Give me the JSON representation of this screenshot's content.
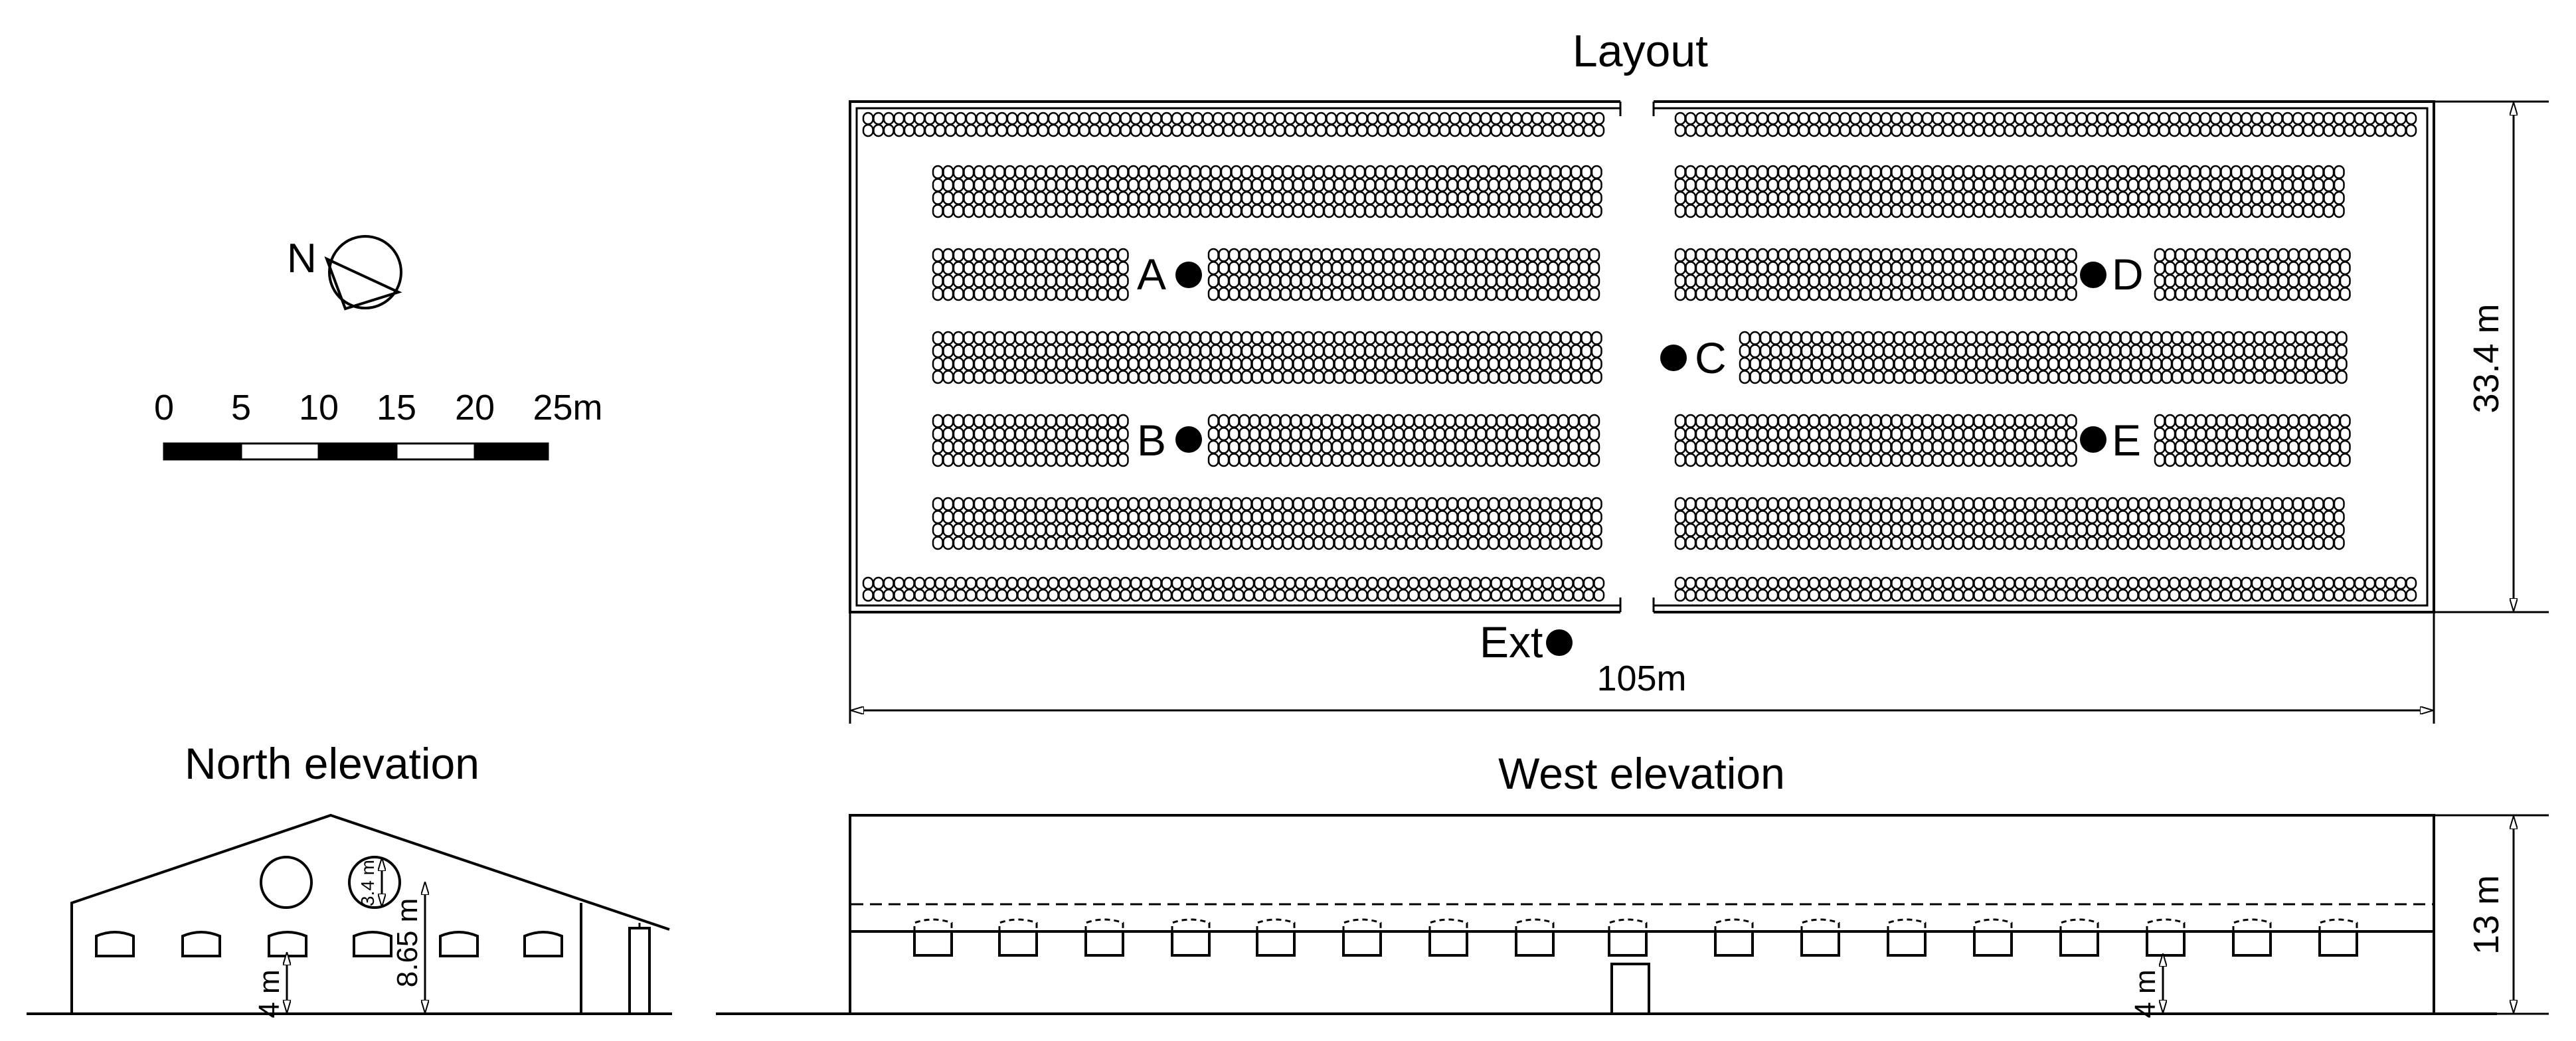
{
  "north_indicator": {
    "letter": "N",
    "icon": "compass-icon"
  },
  "scale_bar": {
    "ticks": [
      "0",
      "5",
      "10",
      "15",
      "20",
      "25m"
    ]
  },
  "layout": {
    "title": "Layout",
    "points": {
      "A": "A",
      "B": "B",
      "C": "C",
      "D": "D",
      "E": "E",
      "ext": "Ext"
    },
    "length_label": "105m",
    "width_label": "33.4 m"
  },
  "north_elevation": {
    "title": "North elevation",
    "opening_height": "4 m",
    "ridge_height": "8.65 m",
    "window_diameter": "3.4 m"
  },
  "west_elevation": {
    "title": "West elevation",
    "opening_height": "4 m",
    "height_label": "13 m"
  }
}
